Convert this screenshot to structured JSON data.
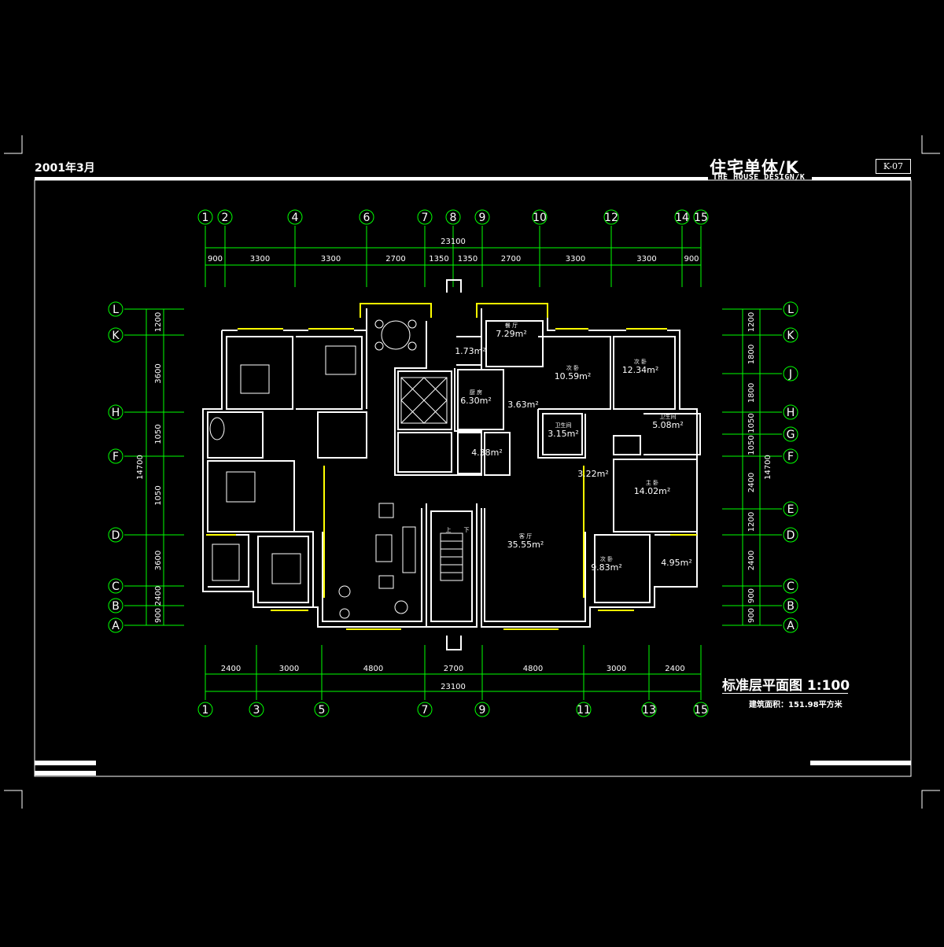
{
  "drawing": {
    "date": "2001年3月",
    "title_cn": "住宅单体/K",
    "title_en": "THE HOUSE DESIGN/K",
    "sheet_no": "K-07",
    "plan_title": "标准层平面图 1:100",
    "area_note": "建筑面积：151.98平方米"
  },
  "colors": {
    "background": "#000000",
    "frame": "#ffffff",
    "dimension": "#00ff00",
    "wall": "#ffffff",
    "window": "#ffff00"
  },
  "grid": {
    "top_axes": [
      "1",
      "2",
      "4",
      "6",
      "7",
      "8",
      "9",
      "10",
      "12",
      "14",
      "15"
    ],
    "bottom_axes": [
      "1",
      "3",
      "5",
      "7",
      "9",
      "11",
      "13",
      "15"
    ],
    "left_axes": [
      "L",
      "K",
      "H",
      "F",
      "D",
      "C",
      "B",
      "A"
    ],
    "right_axes": [
      "L",
      "K",
      "J",
      "H",
      "G",
      "F",
      "E",
      "D",
      "C",
      "B",
      "A"
    ]
  },
  "dimensions": {
    "top_total": "23100",
    "top_segments": [
      "900",
      "3300",
      "3300",
      "2700",
      "1350",
      "1350",
      "2700",
      "3300",
      "3300",
      "900"
    ],
    "bottom_segments": [
      "2400",
      "3000",
      "4800",
      "2700",
      "4800",
      "3000",
      "2400"
    ],
    "bottom_total": "23100",
    "left_total": "14700",
    "left_segments": [
      "1200",
      "3600",
      "1050",
      "1050",
      "3600",
      "2400",
      "900",
      "900"
    ],
    "right_total": "14700",
    "right_segments": [
      "1200",
      "1800",
      "1800",
      "1050",
      "1050",
      "2400",
      "1200",
      "2400",
      "900",
      "900"
    ]
  },
  "rooms": [
    {
      "name": "餐 厅",
      "area": "7.29m²"
    },
    {
      "name": "",
      "area": "1.73m²"
    },
    {
      "name": "厨 房",
      "area": "6.30m²"
    },
    {
      "name": "",
      "area": "3.63m²"
    },
    {
      "name": "",
      "area": "4.38m²"
    },
    {
      "name": "次 卧",
      "area": "10.59m²"
    },
    {
      "name": "次 卧",
      "area": "12.34m²"
    },
    {
      "name": "卫生间",
      "area": "3.15m²"
    },
    {
      "name": "卫生间",
      "area": "5.08m²"
    },
    {
      "name": "",
      "area": "3.22m²"
    },
    {
      "name": "主 卧",
      "area": "14.02m²"
    },
    {
      "name": "客 厅",
      "area": "35.55m²"
    },
    {
      "name": "次 卧",
      "area": "9.83m²"
    },
    {
      "name": "",
      "area": "4.95m²"
    }
  ],
  "stair": {
    "up": "上",
    "down": "下"
  }
}
